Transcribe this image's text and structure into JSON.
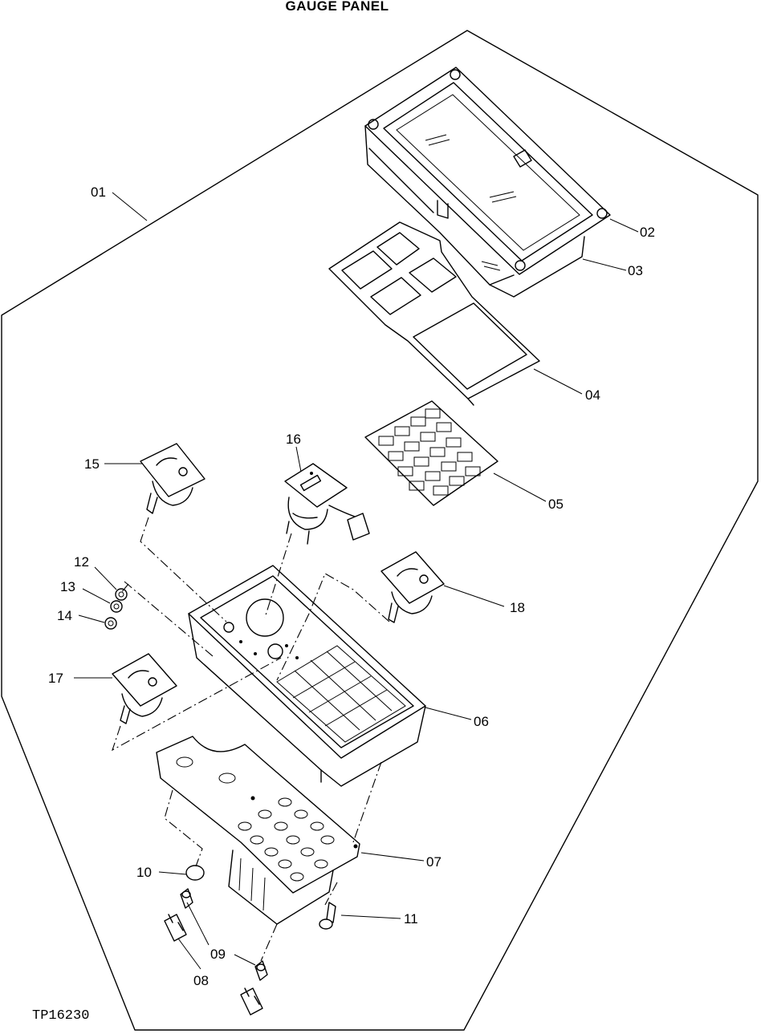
{
  "title": "GAUGE PANEL",
  "figure_id": "TP16230",
  "callouts": [
    {
      "label": "01"
    },
    {
      "label": "02"
    },
    {
      "label": "03"
    },
    {
      "label": "04"
    },
    {
      "label": "05"
    },
    {
      "label": "06"
    },
    {
      "label": "07"
    },
    {
      "label": "08"
    },
    {
      "label": "09"
    },
    {
      "label": "09"
    },
    {
      "label": "10"
    },
    {
      "label": "11"
    },
    {
      "label": "12"
    },
    {
      "label": "13"
    },
    {
      "label": "14"
    },
    {
      "label": "15"
    },
    {
      "label": "16"
    },
    {
      "label": "17"
    },
    {
      "label": "18"
    }
  ]
}
